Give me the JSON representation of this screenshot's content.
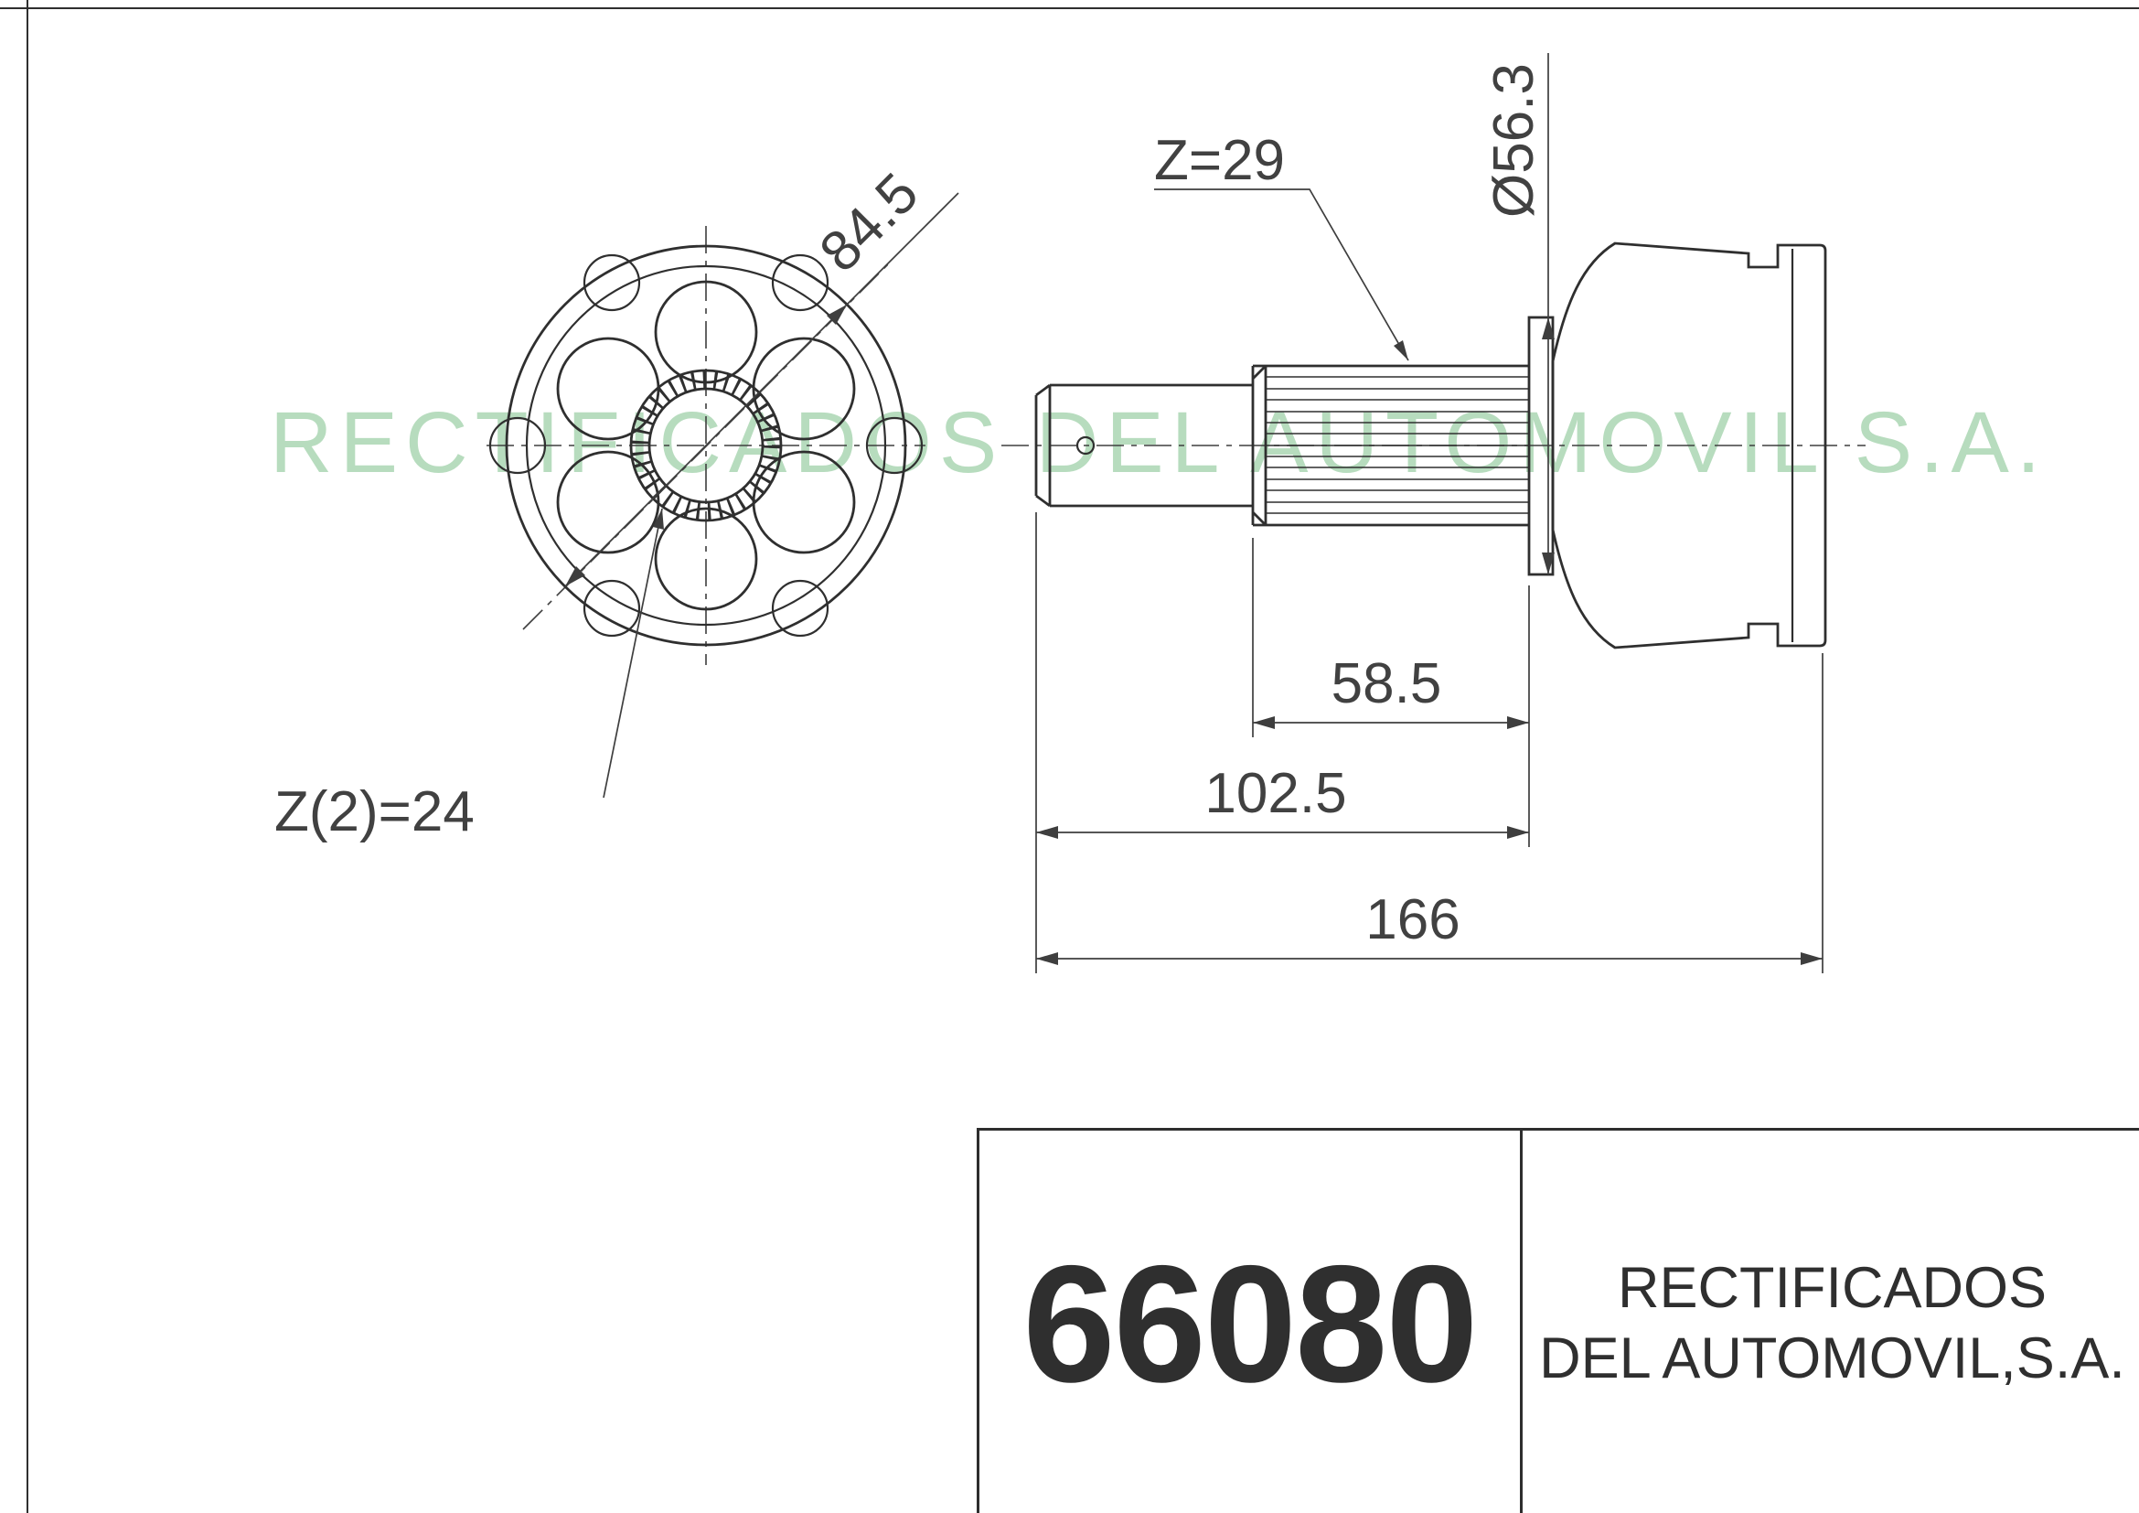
{
  "watermark": {
    "text": "RECTIFICADOS DEL AUTOMOVIL S.A.",
    "color": "#b7dcbe"
  },
  "front_view": {
    "dim_outer_diameter": "84.5",
    "label_inner_spline": "Z(2)=24"
  },
  "side_view": {
    "label_spline_teeth": "Z=29",
    "dim_ring_diameter": "Ø56.3",
    "dim_spline_length": "58.5",
    "dim_shaft_length": "102.5",
    "dim_total_length": "166"
  },
  "title_block": {
    "part_number": "66080",
    "company_line1": "RECTIFICADOS",
    "company_line2": "DEL AUTOMOVIL,S.A."
  },
  "colors": {
    "line": "#2f2f2f",
    "dimension_text": "#414141",
    "watermark_green": "#b7dcbe",
    "title_text": "#2f2f2f"
  }
}
